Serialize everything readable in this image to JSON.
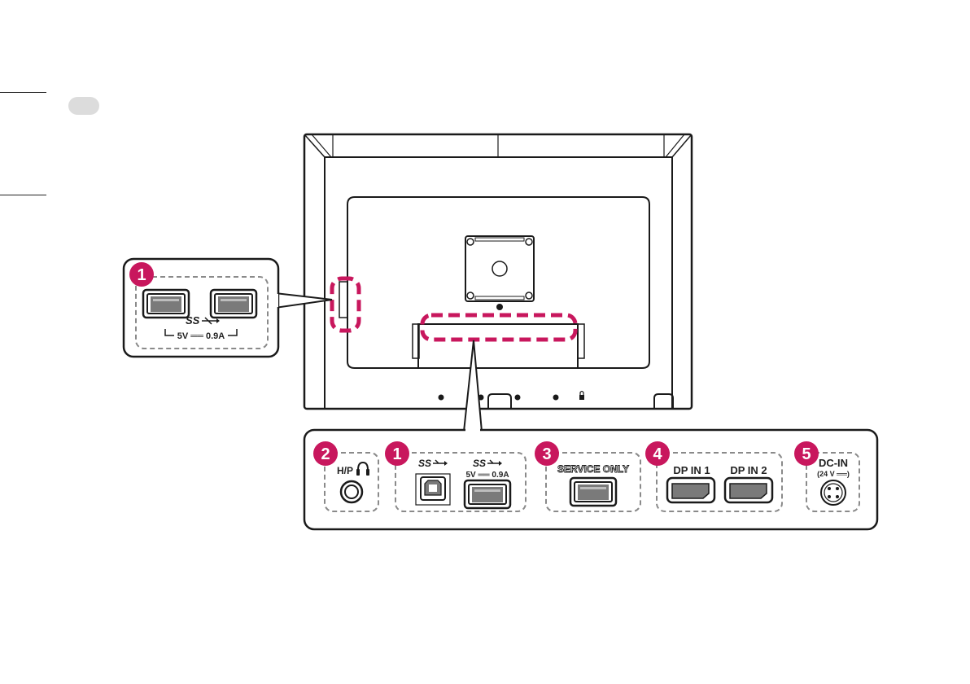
{
  "colors": {
    "accent": "#c8175d",
    "line": "#1a1a1a",
    "dash": "#8a8a8a"
  },
  "callout_left": {
    "badge": "1",
    "usb_logo": "SS",
    "rating": "5V ══ 0.9A"
  },
  "callout_bottom": {
    "hp": {
      "badge": "2",
      "label": "H/P"
    },
    "usb": {
      "badge": "1",
      "logo_b": "SS",
      "logo_a": "SS",
      "rating": "5V ══ 0.9A"
    },
    "service": {
      "badge": "3",
      "label": "SERVICE ONLY"
    },
    "dp": {
      "badge": "4",
      "label1": "DP IN 1",
      "label2": "DP IN 2"
    },
    "dc": {
      "badge": "5",
      "label": "DC-IN",
      "rating": "(24 V ══)"
    }
  },
  "icons": [
    "headphone-icon",
    "usb-superspeed-icon",
    "usb-a-port-icon",
    "usb-b-port-icon",
    "displayport-icon",
    "dc-jack-icon",
    "lock-icon"
  ]
}
